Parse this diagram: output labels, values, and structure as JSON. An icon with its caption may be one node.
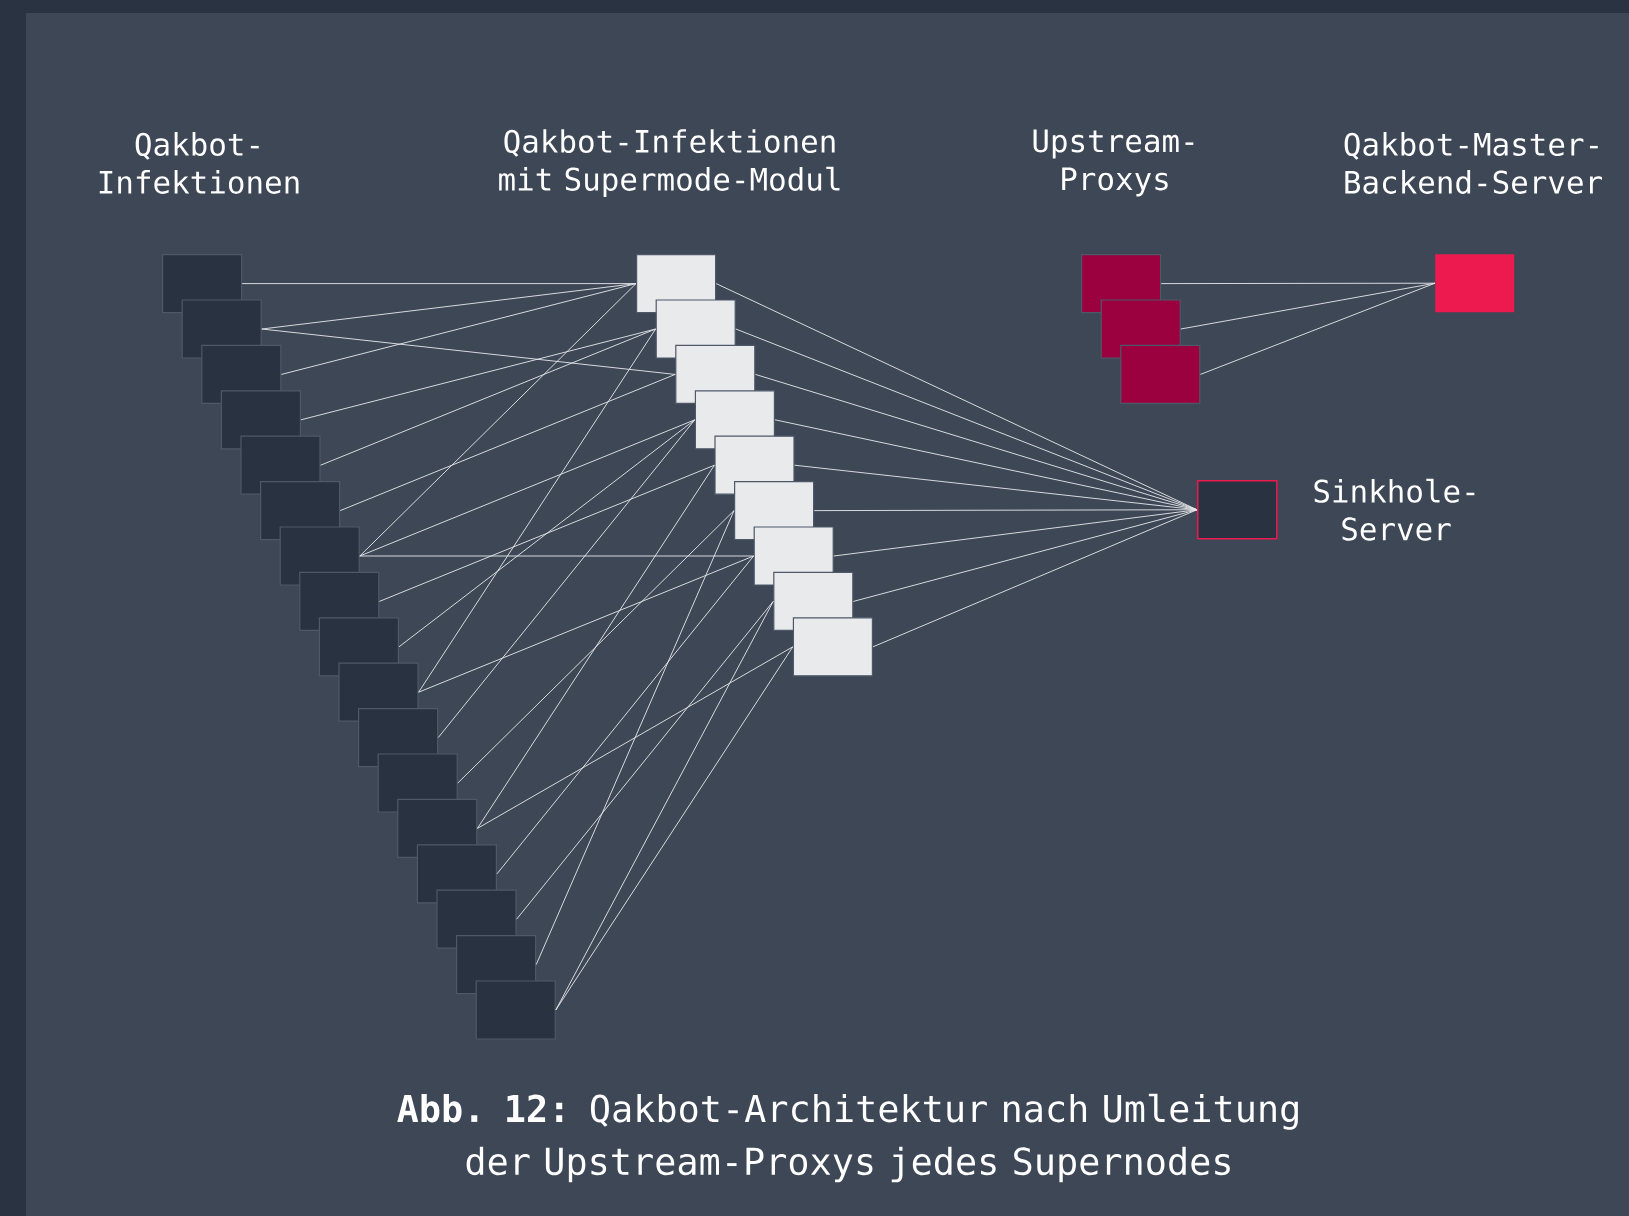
{
  "diagram": {
    "caption": "**Abb. 12:** Qakbot-Architektur nach Umleitung der Upstream-Proxys jedes Supernodes",
    "nodes": [
      {
        "text": [],
        "shape": "box"
      },
      {
        "text": [],
        "shape": "box"
      },
      {
        "text": [],
        "shape": "box"
      },
      {
        "text": [],
        "shape": "box"
      },
      {
        "text": [],
        "shape": "box"
      },
      {
        "text": [],
        "shape": "box"
      },
      {
        "text": [],
        "shape": "box"
      },
      {
        "text": [],
        "shape": "box"
      },
      {
        "text": [],
        "shape": "box"
      },
      {
        "text": [],
        "shape": "box"
      },
      {
        "text": [],
        "shape": "box"
      },
      {
        "text": [],
        "shape": "box"
      },
      {
        "text": [],
        "shape": "box"
      },
      {
        "text": [],
        "shape": "box"
      },
      {
        "text": [],
        "shape": "box"
      },
      {
        "text": [],
        "shape": "box"
      },
      {
        "text": [],
        "shape": "box"
      },
      {
        "text": [],
        "shape": "box"
      },
      {
        "text": [],
        "shape": "box"
      },
      {
        "text": [],
        "shape": "box"
      },
      {
        "text": [],
        "shape": "box"
      },
      {
        "text": [],
        "shape": "box"
      },
      {
        "text": [],
        "shape": "box"
      },
      {
        "text": [],
        "shape": "box"
      },
      {
        "text": [],
        "shape": "box"
      },
      {
        "text": [],
        "shape": "box"
      },
      {
        "text": [],
        "shape": "box"
      },
      {
        "text": [],
        "shape": "box"
      },
      {
        "text": [],
        "shape": "box"
      },
      {
        "text": [],
        "shape": "box"
      },
      {
        "text": [],
        "shape": "box",
        "beside": [
          "Sinkhole- Server"
        ]
      }
    ],
    "edges": [
      {
        "from": 0,
        "to": 17,
        "arrow": "none"
      },
      {
        "from": 1,
        "to": 17,
        "arrow": "none"
      },
      {
        "from": 1,
        "to": 19,
        "arrow": "none"
      },
      {
        "from": 2,
        "to": 17,
        "arrow": "none"
      },
      {
        "from": 3,
        "to": 18,
        "arrow": "none"
      },
      {
        "from": 4,
        "to": 18,
        "arrow": "none"
      },
      {
        "from": 5,
        "to": 19,
        "arrow": "none"
      },
      {
        "from": 6,
        "to": 17,
        "arrow": "none"
      },
      {
        "from": 6,
        "to": 20,
        "arrow": "none"
      },
      {
        "from": 6,
        "to": 23,
        "arrow": "none"
      },
      {
        "from": 7,
        "to": 21,
        "arrow": "none"
      },
      {
        "from": 8,
        "to": 20,
        "arrow": "none"
      },
      {
        "from": 9,
        "to": 18,
        "arrow": "none"
      },
      {
        "from": 9,
        "to": 23,
        "arrow": "none"
      },
      {
        "from": 10,
        "to": 20,
        "arrow": "none"
      },
      {
        "from": 11,
        "to": 22,
        "arrow": "none"
      },
      {
        "from": 12,
        "to": 21,
        "arrow": "none"
      },
      {
        "from": 12,
        "to": 25,
        "arrow": "none"
      },
      {
        "from": 13,
        "to": 23,
        "arrow": "none"
      },
      {
        "from": 14,
        "to": 24,
        "arrow": "none"
      },
      {
        "from": 15,
        "to": 22,
        "arrow": "none"
      },
      {
        "from": 16,
        "to": 24,
        "arrow": "none"
      },
      {
        "from": 16,
        "to": 25,
        "arrow": "none"
      },
      {
        "from": 17,
        "to": 30,
        "arrow": "none"
      },
      {
        "from": 18,
        "to": 30,
        "arrow": "none"
      },
      {
        "from": 19,
        "to": 30,
        "arrow": "none"
      },
      {
        "from": 20,
        "to": 30,
        "arrow": "none"
      },
      {
        "from": 21,
        "to": 30,
        "arrow": "none"
      },
      {
        "from": 22,
        "to": 30,
        "arrow": "none"
      },
      {
        "from": 23,
        "to": 30,
        "arrow": "none"
      },
      {
        "from": 24,
        "to": 30,
        "arrow": "none"
      },
      {
        "from": 25,
        "to": 30,
        "arrow": "none"
      },
      {
        "from": 26,
        "to": 29,
        "arrow": "none"
      },
      {
        "from": 27,
        "to": 29,
        "arrow": "none"
      },
      {
        "from": 28,
        "to": 29,
        "arrow": "none"
      }
    ],
    "labels": [
      "Qakbot- Infektionen",
      "Qakbot-Infektionen mit Supermode-Modul",
      "Upstream- Proxys",
      "Qakbot-Master- Backend-Server"
    ]
  }
}
